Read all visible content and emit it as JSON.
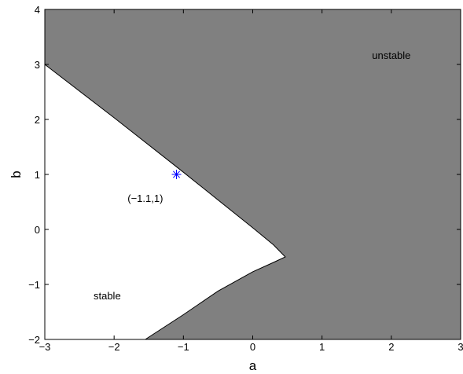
{
  "chart_data": {
    "type": "area",
    "title": "",
    "xlabel": "a",
    "ylabel": "b",
    "xlim": [
      -3,
      3
    ],
    "ylim": [
      -2,
      4
    ],
    "xticks": [
      -3,
      -2,
      -1,
      0,
      1,
      2,
      3
    ],
    "yticks": [
      -2,
      -1,
      0,
      1,
      2,
      3,
      4
    ],
    "xtick_labels": [
      "−3",
      "−2",
      "−1",
      "0",
      "1",
      "2",
      "3"
    ],
    "ytick_labels": [
      "−2",
      "−1",
      "0",
      "1",
      "2",
      "3",
      "4"
    ],
    "grid": false,
    "regions": [
      {
        "name": "stable",
        "color": "#ffffff"
      },
      {
        "name": "unstable",
        "color": "#808080"
      }
    ],
    "stability_boundary": {
      "upper_branch": [
        [
          -3,
          3.0
        ],
        [
          -2,
          2.03
        ],
        [
          -1,
          1.04
        ],
        [
          0,
          0.03
        ],
        [
          0.3,
          -0.28
        ],
        [
          0.47,
          -0.5
        ]
      ],
      "lower_branch": [
        [
          0.47,
          -0.5
        ],
        [
          0.3,
          -0.6
        ],
        [
          0,
          -0.77
        ],
        [
          -0.5,
          -1.12
        ],
        [
          -1,
          -1.55
        ],
        [
          -1.55,
          -2.0
        ]
      ]
    },
    "marker": {
      "x": -1.1,
      "y": 1,
      "symbol": "asterisk",
      "color": "#0000ff",
      "label": "(−1.1,1)"
    },
    "annotations": [
      {
        "text": "unstable",
        "x": 2.0,
        "y": 3.1
      },
      {
        "text": "stable",
        "x": -2.1,
        "y": -1.27
      },
      {
        "text": "(−1.1,1)",
        "x": -1.55,
        "y": 0.5
      }
    ]
  }
}
